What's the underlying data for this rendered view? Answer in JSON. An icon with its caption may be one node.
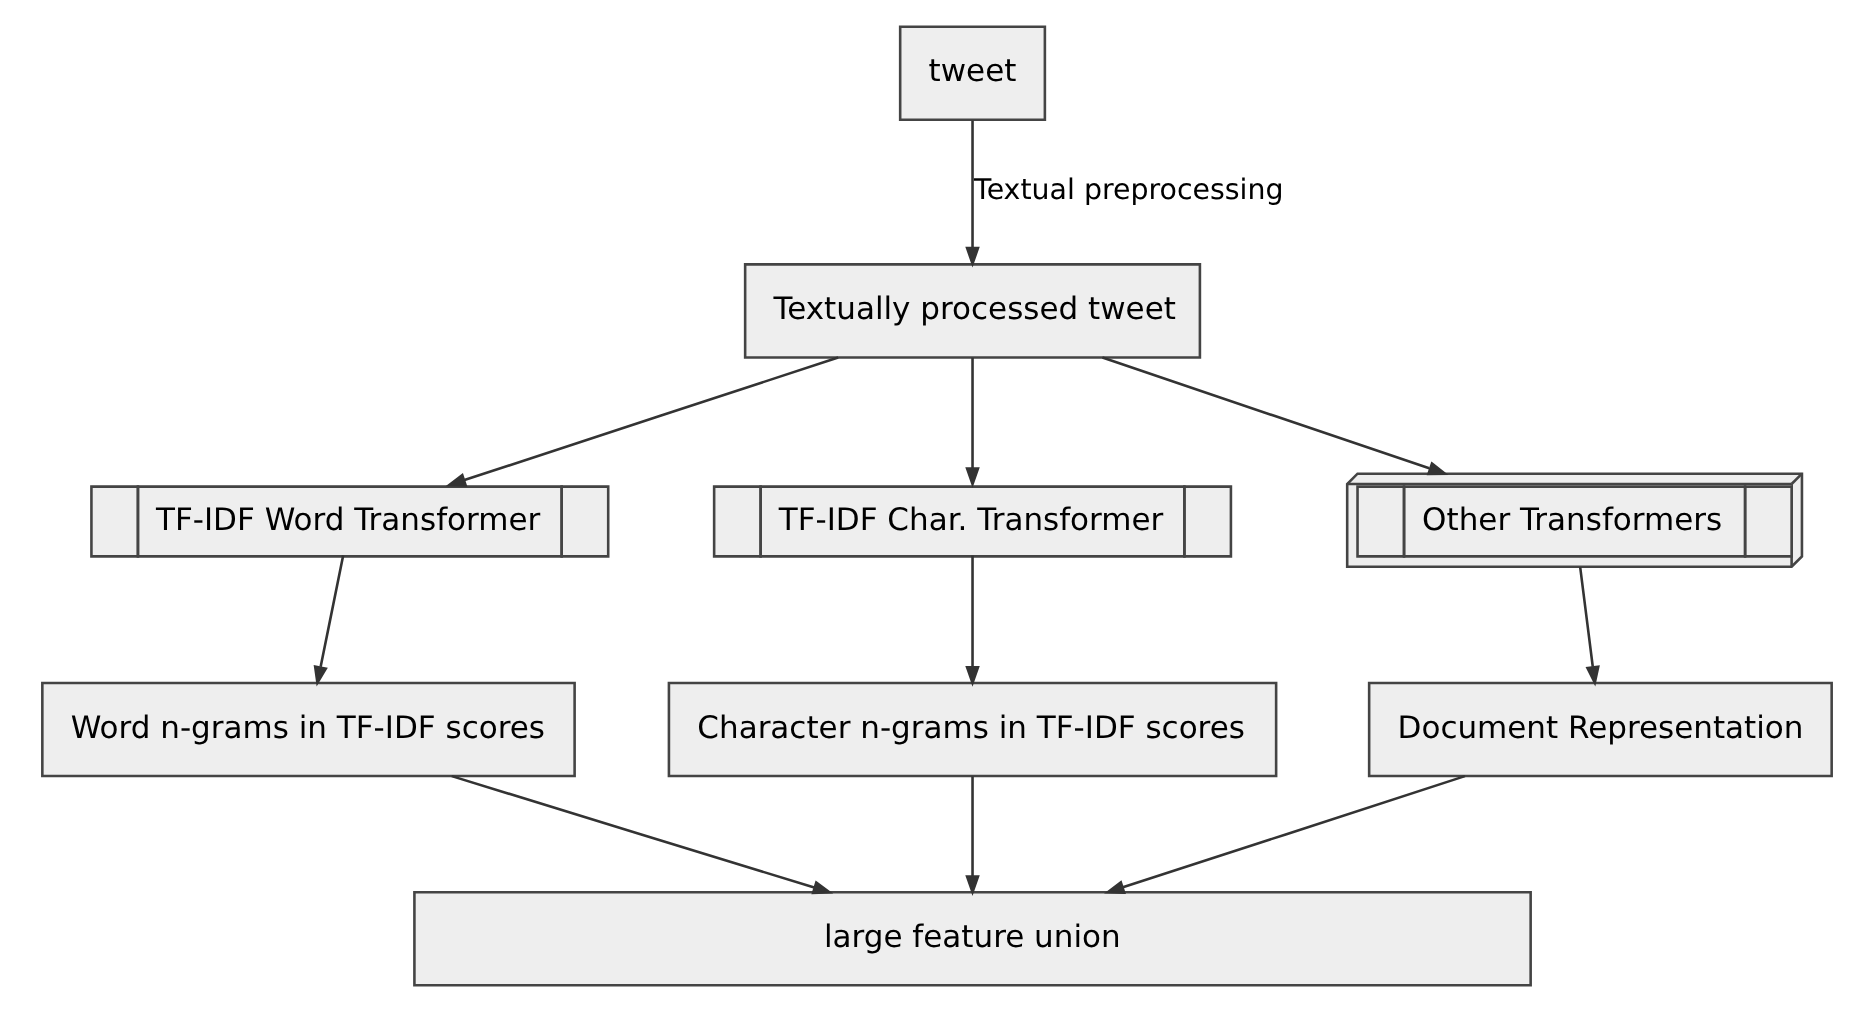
{
  "diagram": {
    "nodes": [
      {
        "text": [
          "tweet"
        ]
      },
      {
        "text": [
          "Textually processed tweet"
        ]
      },
      {
        "text": [
          "TF-IDF Word Transformer"
        ]
      },
      {
        "text": [
          "TF-IDF Char. Transformer"
        ]
      },
      {
        "text": [
          "Other Transformers"
        ]
      },
      {
        "text": [
          "Word n-grams in TF-IDF scores"
        ]
      },
      {
        "text": [
          "Character n-grams in TF-IDF scores"
        ]
      },
      {
        "text": [
          "Document Representation"
        ]
      },
      {
        "text": [
          "large feature union"
        ]
      }
    ],
    "edges": [
      {
        "from": 0,
        "to": 1,
        "arrow": "to",
        "label": "Textual preprocessing"
      },
      {
        "from": 1,
        "to": 2,
        "arrow": "to"
      },
      {
        "from": 1,
        "to": 3,
        "arrow": "to"
      },
      {
        "from": 1,
        "to": 4,
        "arrow": "to"
      },
      {
        "from": 2,
        "to": 5,
        "arrow": "to"
      },
      {
        "from": 3,
        "to": 6,
        "arrow": "to"
      },
      {
        "from": 4,
        "to": 7,
        "arrow": "to"
      },
      {
        "from": 5,
        "to": 8,
        "arrow": "to"
      },
      {
        "from": 6,
        "to": 8,
        "arrow": "to"
      },
      {
        "from": 7,
        "to": 8,
        "arrow": "to"
      }
    ]
  }
}
